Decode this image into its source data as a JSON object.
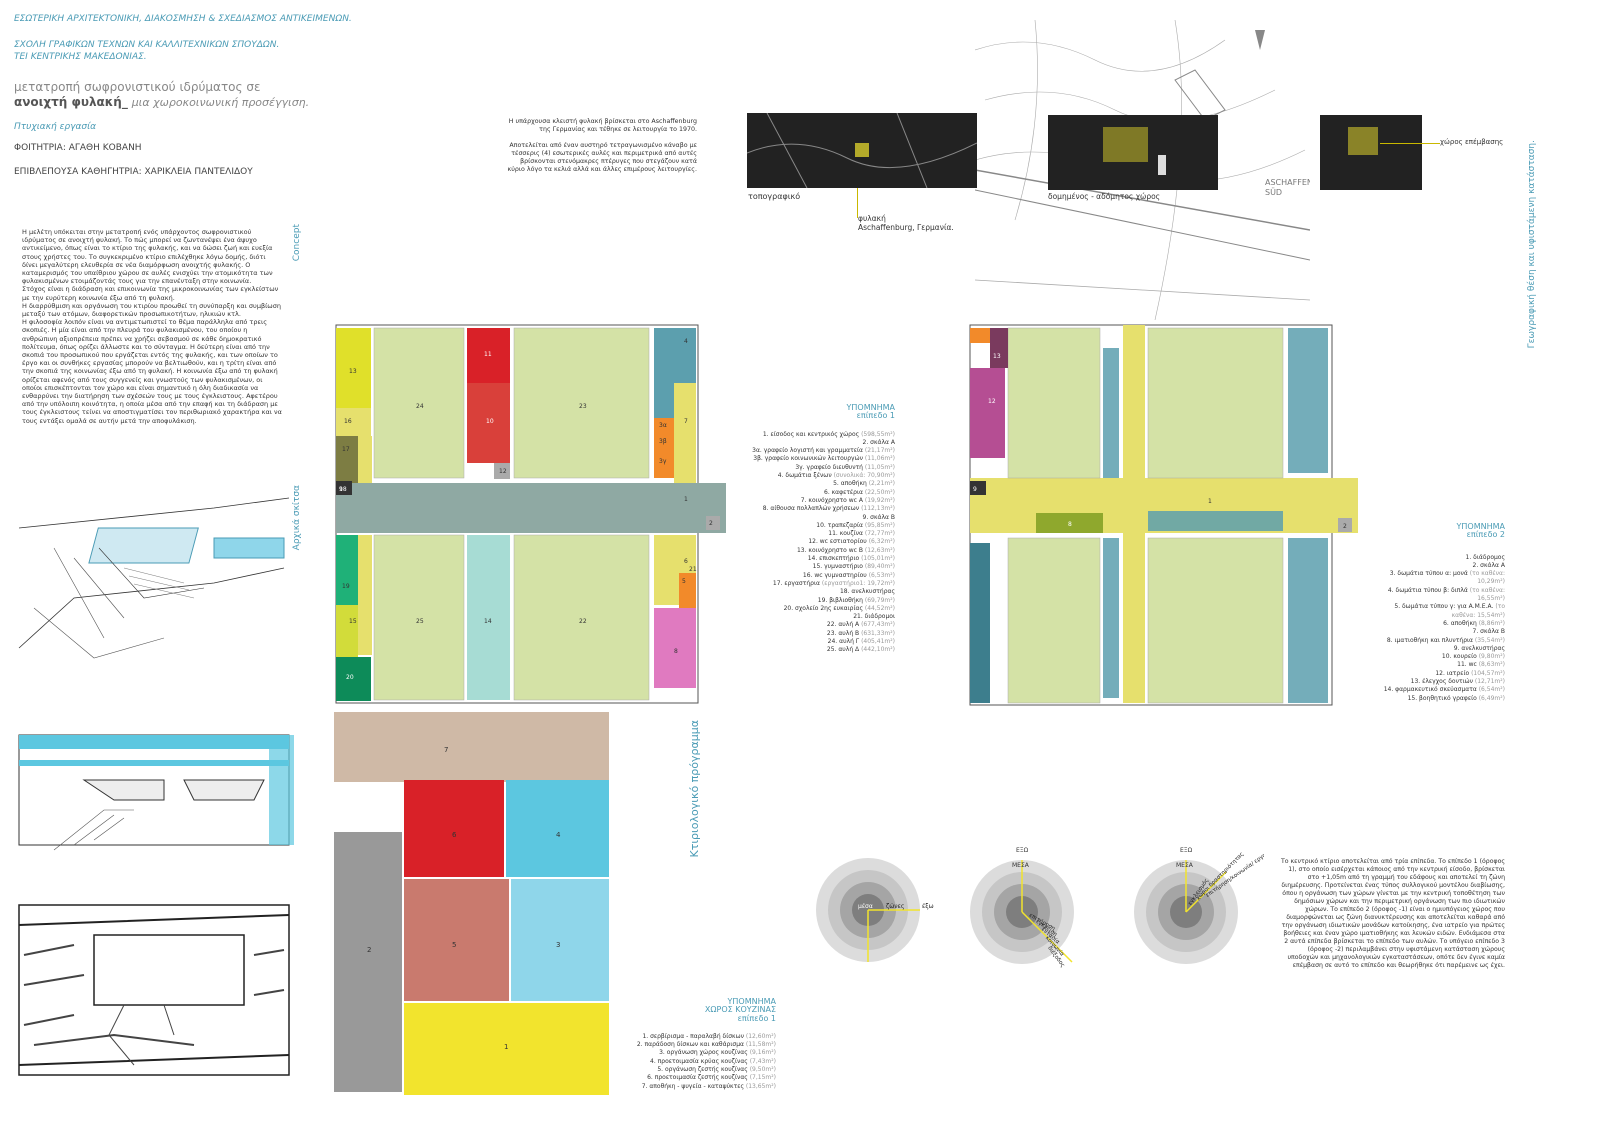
{
  "header": {
    "line1": "ΕΣΩΤΕΡΙΚΗ ΑΡΧΙΤΕΚΤΟΝΙΚΗ, ΔΙΑΚΟΣΜΗΣΗ & ΣΧΕΔΙΑΣΜΟΣ ΑΝΤΙΚΕΙΜΕΝΩΝ.",
    "line2": "ΣΧΟΛΗ ΓΡΑΦΙΚΩΝ ΤΕΧΝΩΝ ΚΑΙ ΚΑΛΛΙΤΕΧΝΙΚΩΝ ΣΠΟΥΔΩΝ.",
    "line3": "ΤΕΙ ΚΕΝΤΡΙΚΗΣ ΜΑΚΕΔΟΝΙΑΣ.",
    "title_a": "μετατροπή σωφρονιστικού ιδρύματος σε",
    "title_b": "ανοιχτή φυλακή_",
    "title_c": "μια χωροκοινωνική προσέγγιση.",
    "thesis": "Πτυχιακή εργασία",
    "student": "ΦΟΙΤΗΤΡΙΑ: ΑΓΑΘΗ ΚΟΒΑΝΗ",
    "supervisor": "ΕΠΙΒΛΕΠΟΥΣΑ ΚΑΘΗΓΗΤΡΙΑ: ΧΑΡΙΚΛΕΙΑ ΠΑΝΤΕΛΙΔΟΥ"
  },
  "side_labels": {
    "concept": "Concept",
    "sketch": "Αρχικά σκίτσα",
    "program": "Κτιριολογικό πρόγραμμα",
    "geo": "Γεωγραφική θέση και υφιστάμενη κατάσταση."
  },
  "concept_text": [
    "Η μελέτη υπόκειται στην μετατροπή ενός υπάρχοντος σωφρονιστικού ιδρύματος σε ανοιχτή φυλακή. Το πώς μπορεί να ζωντανέψει ένα άψυχο αντικείμενο, όπως είναι το κτίριο της φυλακής, και να δώσει ζωή και ευεξία στους χρήστες του. Το συγκεκριμένο κτίριο επιλέχθηκε λόγω δομής, διότι δίνει μεγαλύτερη ελευθερία σε νέα διαμόρφωση ανοιχτής φυλακής. Ο καταμερισμός του υπαίθριου χώρου σε αυλές ενισχύει την ατομικότητα των φυλακισμένων ετοιμάζοντάς τους για την επανένταξη στην κοινωνία.",
    "Στόχος είναι η διάδραση και επικοινωνία της μικροκοινωνίας των εγκλείστων με την ευρύτερη κοινωνία έξω από τη φυλακή.",
    "Η διαρρύθμιση και οργάνωση του κτιρίου προωθεί τη συνύπαρξη και συμβίωση μεταξύ των ατόμων, διαφορετικών προσωπικοτήτων, ηλικιών κτλ.",
    "Η φιλοσοφία λοιπόν είναι να αντιμετωπιστεί το θέμα παράλληλα από τρεις σκοπιές. Η μία είναι από την πλευρά του φυλακισμένου, του οποίου η ανθρώπινη αξιοπρέπεια πρέπει να χρήζει σεβασμού σε κάθε δημοκρατικό πολίτευμα, όπως ορίζει άλλωστε και το σύνταγμα. Η δεύτερη είναι από την σκοπιά του προσωπικού που εργάζεται εντός της φυλακής, και των οποίων το έργο και οι συνθήκες εργασίας μπορούν να βελτιωθούν, και η τρίτη είναι από την σκοπιά της κοινωνίας έξω από τη φυλακή. Η κοινωνία έξω από τη φυλακή ορίζεται αφενός από τους συγγενείς και γνωστούς των φυλακισμένων, οι οποίοι επισκέπτονται τον χώρο και είναι σημαντικό η όλη διαδικασία να ενθαρρύνει την διατήρηση των σχέσεών τους με τους έγκλειστους. Αφετέρου από την υπόλοιπη κοινότητα, η οποία μέσα από την επαφή και τη διάδραση με τους έγκλειστους τείνει να αποστιγματίσει τον περιθωριακό χαρακτήρα και να τους εντάξει ομαλά σε αυτήν μετά την αποφυλάκιση."
  ],
  "site_text": [
    "Η υπάρχουσα κλειστή φυλακή βρίσκεται στο Aschaffenburg της Γερμανίας και τέθηκε σε λειτουργία το 1970.",
    "Αποτελείται από έναν αυστηρό τετραγωνισμένο κάναβο με τέσσερις (4) εσωτερικές αυλές και περιμετρικά από αυτές βρίσκονται στενόμακρες πτέρυγες που στεγάζουν κατά κύριο λόγο τα κελιά αλλά και άλλες επιμέρους λειτουργίες."
  ],
  "site_photos": {
    "topo": "τοπογραφικό",
    "prison": "φυλακή",
    "prison_loc": "Aschaffenburg, Γερμανία.",
    "built": "δομημένος - αδόμητος χώρος",
    "intervention": "χώρος επέμβασης"
  },
  "map_labels": [
    "ASCHAFFENBURG",
    "SÜD"
  ],
  "legend1": {
    "title": "ΥΠΟΜΝΗΜΑ",
    "sub": "επίπεδο 1",
    "items": [
      {
        "t": "1. είσοδος και κεντρικός χώρος",
        "a": "(598,55m²)"
      },
      {
        "t": "2. σκάλα Α",
        "a": ""
      },
      {
        "t": "3α. γραφείο λογιστή και γραμματεία",
        "a": "(21,17m²)"
      },
      {
        "t": "3β. γραφείο κοινωνικών λειτουργών",
        "a": "(11,06m²)"
      },
      {
        "t": "3γ. γραφείο διευθυντή",
        "a": "(11,05m²)"
      },
      {
        "t": "4. δωμάτια ξένων",
        "a": "(συνολικά: 70,90m²)"
      },
      {
        "t": "5. αποθήκη",
        "a": "(2,21m²)"
      },
      {
        "t": "6. καφετέρια",
        "a": "(22,50m²)"
      },
      {
        "t": "7. κοινόχρηστο wc Α",
        "a": "(19,92m²)"
      },
      {
        "t": "8. αίθουσα πολλαπλών χρήσεων",
        "a": "(112,13m²)"
      },
      {
        "t": "9. σκάλα Β",
        "a": ""
      },
      {
        "t": "10. τραπεζαρία",
        "a": "(95,85m²)"
      },
      {
        "t": "11. κουζίνα",
        "a": "(72,77m²)"
      },
      {
        "t": "12. wc εστιατορίου",
        "a": "(6,32m²)"
      },
      {
        "t": "13. κοινόχρηστο wc Β",
        "a": "(12,63m²)"
      },
      {
        "t": "14. επισκεπτήριο",
        "a": "(105,01m²)"
      },
      {
        "t": "15. γυμναστήριο",
        "a": "(89,40m²)"
      },
      {
        "t": "16. wc γυμναστηρίου",
        "a": "(6,53m²)"
      },
      {
        "t": "17. εργαστήρια",
        "a": "(εργαστήριο1: 19,72m²)"
      },
      {
        "t": "18. ανελκυστήρας",
        "a": ""
      },
      {
        "t": "19. βιβλιοθήκη",
        "a": "(69,79m²)"
      },
      {
        "t": "20. σχολείο 2ης ευκαιρίας",
        "a": "(44,52m²)"
      },
      {
        "t": "21. διάδρομοι",
        "a": ""
      },
      {
        "t": "22. αυλή Α",
        "a": "(677,43m²)"
      },
      {
        "t": "23. αυλή Β",
        "a": "(631,33m²)"
      },
      {
        "t": "24. αυλή Γ",
        "a": "(405,41m²)"
      },
      {
        "t": "25. αυλή Δ",
        "a": "(442,10m²)"
      }
    ]
  },
  "legend2": {
    "title": "ΥΠΟΜΝΗΜΑ",
    "sub": "επίπεδο 2",
    "items": [
      {
        "t": "1. διάδρομος",
        "a": ""
      },
      {
        "t": "2. σκάλα Α",
        "a": ""
      },
      {
        "t": "3. δωμάτια τύπου α: μονά",
        "a": "(το καθένα: 10,29m²)"
      },
      {
        "t": "4. δωμάτια τύπου β: διπλά",
        "a": "(το καθένα: 16,55m²)"
      },
      {
        "t": "5. δωμάτια τύπου γ: για Α.Μ.Ε.Α.",
        "a": "(το καθένα: 15,54m²)"
      },
      {
        "t": "6. αποθήκη",
        "a": "(8,86m²)"
      },
      {
        "t": "7. σκάλα Β",
        "a": ""
      },
      {
        "t": "8. ιματιοθήκη και πλυντήρια",
        "a": "(35,54m²)"
      },
      {
        "t": "9. ανελκυστήρας",
        "a": ""
      },
      {
        "t": "10. κουρείο",
        "a": "(9,80m²)"
      },
      {
        "t": "11. wc",
        "a": "(8,63m²)"
      },
      {
        "t": "12. ιατρείο",
        "a": "(104,57m²)"
      },
      {
        "t": "13. έλεγχος δοντιών",
        "a": "(12,71m²)"
      },
      {
        "t": "14. φαρμακευτικό σκεύασματα",
        "a": "(6,54m²)"
      },
      {
        "t": "15. βοηθητικό γραφείο",
        "a": "(6,49m²)"
      }
    ]
  },
  "legend3": {
    "title": "ΥΠΟΜΝΗΜΑ",
    "sub1": "ΧΩΡΟΣ ΚΟΥΖΙΝΑΣ",
    "sub2": "επίπεδο 1",
    "items": [
      {
        "t": "1. σερβίρισμα - παραλαβή δίσκων",
        "a": "(12,60m²)"
      },
      {
        "t": "2. παράδοση δίσκων και καθάρισμα",
        "a": "(11,58m²)"
      },
      {
        "t": "3. οργάνωση χώρος κουζίνας",
        "a": "(9,16m²)"
      },
      {
        "t": "4. προετοιμασία κρύας κουζίνας",
        "a": "(7,43m²)"
      },
      {
        "t": "5. οργάνωση ζεστής κουζίνας",
        "a": "(9,50m²)"
      },
      {
        "t": "6. προετοιμασία ζεστής κουζίνας",
        "a": "(7,15m²)"
      },
      {
        "t": "7. αποθήκη - ψυγεία - καταψύκτες",
        "a": "(13,65m²)"
      }
    ]
  },
  "kitchen_labels": [
    "1",
    "2",
    "3",
    "4",
    "5",
    "6",
    "7"
  ],
  "zones": {
    "d1": {
      "center": "μέσα",
      "mid": "ζώνες",
      "outer": "έξω"
    },
    "d2": {
      "top1": "ΕΞΩ",
      "top2": "ΜΕΣΑ",
      "r1": "επιτήρηση",
      "r2": "έγκλειση",
      "r3": "έντασία",
      "r4": "κοινωνία",
      "r5": "διέξοδος"
    },
    "d3": {
      "top1": "ΕΞΩ",
      "top2": "ΜΕΣΑ",
      "r1": "εγκλεισμός",
      "r2": "χώροι δραστηριότητας",
      "r3": "επιτήρηση/κοινωνία/ εργασίες"
    }
  },
  "level_text": "Το κεντρικό κτίριο αποτελείται από τρία επίπεδα. Το επίπεδο 1 (όροφος 1), στο οποίο εισέρχεται κάποιος από την κεντρική είσοδο, βρίσκεται στο +1,05m από τη γραμμή του εδάφους και αποτελεί τη ζώνη διημέρευσης. Προτείνεται ένας τύπος συλλογικού μοντέλου διαβίωσης, όπου η οργάνωση των χώρων γίνεται με την κεντρική τοποθέτηση των δημόσιων χώρων και την περιμετρική οργάνωση των πιο ιδιωτικών χώρων. Το επίπεδο 2 (όροφος -1) είναι ο ημιυπόγειος χώρος που διαμορφώνεται ως ζώνη διανυκτέρευσης και αποτελείται καθαρά από την οργάνωση ιδιωτικών μονάδων κατοίκησης, ένα ιατρείο για πρώτες βοήθειες και έναν χώρο ιματιοθήκης και λευκών ειδών. Ενδιάμεσα στα 2 αυτά επίπεδα βρίσκεται το επίπεδο των αυλών. Το υπόγειο επίπεδο 3 (όροφος -2) περιλαμβάνει στην υφιστάμενη κατάσταση χώρους υποδοχών και μηχανολογικών εγκαταστάσεων, οπότε δεν έγινε καμία επέμβαση σε αυτό το επίπεδο και θεωρήθηκε ότι παρέμεινε ως έχει.",
  "plan1_labels": [
    "1",
    "2",
    "3α",
    "3β",
    "3γ",
    "4",
    "5",
    "6",
    "7",
    "8",
    "9",
    "10",
    "11",
    "12",
    "13",
    "14",
    "15",
    "16",
    "17",
    "18",
    "19",
    "20",
    "21",
    "22",
    "23",
    "24",
    "25"
  ],
  "colors": {
    "accent": "#4a9bb5",
    "court": "#d4e2a6",
    "corridor1": "#8fa9a3",
    "corridor2": "#e6e06d",
    "room": "#5c9fae",
    "red": "#d92128",
    "yellow": "#f2e42d"
  }
}
